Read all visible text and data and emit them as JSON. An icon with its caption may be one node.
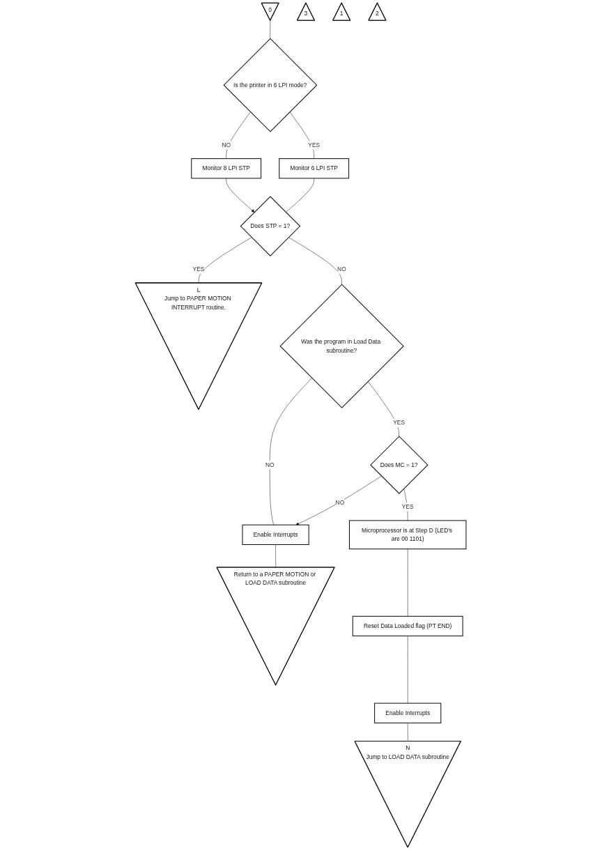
{
  "diagram": {
    "nodes": [
      {
        "text": [
          "0"
        ]
      },
      {
        "text": [
          "Is the printer in 6 LPI mode?"
        ]
      },
      {
        "text": [
          "Monitor 8 LPI STP"
        ]
      },
      {
        "text": [
          "Monitor 6 LPI STP"
        ]
      },
      {
        "text": [
          "Does STP = 1?"
        ]
      },
      {
        "text": [
          "L",
          "Jump to PAPER MOTION INTERRUPT routine."
        ]
      },
      {
        "text": [
          "Was the program in Load Data subroutine?"
        ]
      },
      {
        "text": [
          "Enable Interrupts"
        ]
      },
      {
        "text": [
          "Return to a PAPER MOTION or LOAD DATA subroutine"
        ]
      },
      {
        "text": [
          "3"
        ]
      },
      {
        "text": [
          "Does MC = 1?"
        ]
      },
      {
        "text": [
          "Microprocessor is at Step D (LED's are 00 1101)"
        ]
      },
      {
        "text": [
          "1"
        ]
      },
      {
        "text": [
          "Reset Data Loaded flag (PT END)"
        ]
      },
      {
        "text": [
          "2"
        ]
      },
      {
        "text": [
          "Enable Interrupts"
        ]
      },
      {
        "text": [
          "N",
          "Jump to LOAD DATA subroutine"
        ]
      }
    ],
    "edges": [
      {
        "from": 0,
        "to": 1,
        "arrow": "none"
      },
      {
        "from": 1,
        "to": 2,
        "label": "NO",
        "arrow": "none"
      },
      {
        "from": 1,
        "to": 3,
        "label": "YES",
        "arrow": "none"
      },
      {
        "from": 2,
        "to": 4,
        "arrow": "to"
      },
      {
        "from": 3,
        "to": 4,
        "arrow": "none"
      },
      {
        "from": 4,
        "to": 5,
        "label": "YES",
        "arrow": "none"
      },
      {
        "from": 4,
        "to": 6,
        "label": "NO",
        "arrow": "none"
      },
      {
        "from": 6,
        "to": 7,
        "label": "NO",
        "arrow": "none"
      },
      {
        "from": 10,
        "to": 7,
        "label": "NO",
        "arrow": "to"
      },
      {
        "from": 6,
        "to": 10,
        "label": "YES",
        "arrow": "none"
      },
      {
        "from": 7,
        "to": 8,
        "arrow": "none"
      },
      {
        "from": 10,
        "to": 11,
        "label": "YES",
        "arrow": "none"
      },
      {
        "from": 11,
        "to": 13,
        "arrow": "none"
      },
      {
        "from": 13,
        "to": 15,
        "arrow": "none"
      },
      {
        "from": 15,
        "to": 16,
        "arrow": "none"
      }
    ]
  }
}
